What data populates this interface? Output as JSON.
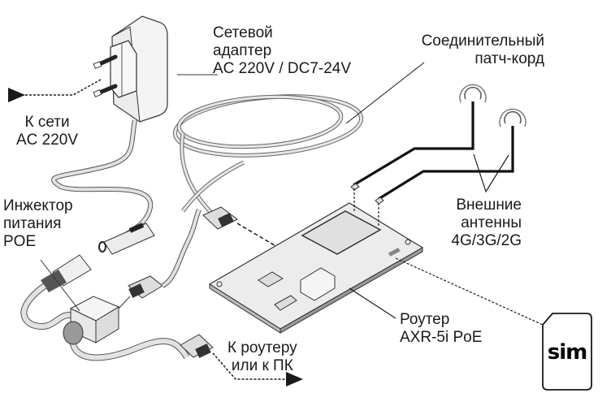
{
  "diagram": {
    "title": "AXR-5i PoE connection scheme",
    "labels": {
      "adapter": [
        "Сетевой",
        "адаптер",
        "AC 220V / DC7-24V"
      ],
      "mains": [
        "К сети",
        "AC 220V"
      ],
      "patch_cord": [
        "Соединительный",
        "патч-корд"
      ],
      "injector": [
        "Инжектор",
        "питания",
        "POE"
      ],
      "antennas": [
        "Внешние",
        "антенны",
        "4G/3G/2G"
      ],
      "router": [
        "Роутер",
        "AXR-5i PoE"
      ],
      "to_pc": [
        "К роутеру",
        "или к ПК"
      ],
      "sim": "sim"
    },
    "components": [
      {
        "id": "power-adapter",
        "name": "Power adapter with EU plug"
      },
      {
        "id": "patch-cord",
        "name": "Coiled connecting patch cord"
      },
      {
        "id": "poe-injector",
        "name": "PoE power injector"
      },
      {
        "id": "router-board",
        "name": "Router board AXR-5i PoE"
      },
      {
        "id": "antenna-1",
        "name": "External antenna"
      },
      {
        "id": "antenna-2",
        "name": "External antenna"
      },
      {
        "id": "sim-card",
        "name": "SIM card"
      }
    ],
    "colors": {
      "line": "#1a1a1a",
      "cable_fill": "#d9d9d9",
      "board_fill": "#e6e6e6",
      "background": "#ffffff"
    }
  }
}
